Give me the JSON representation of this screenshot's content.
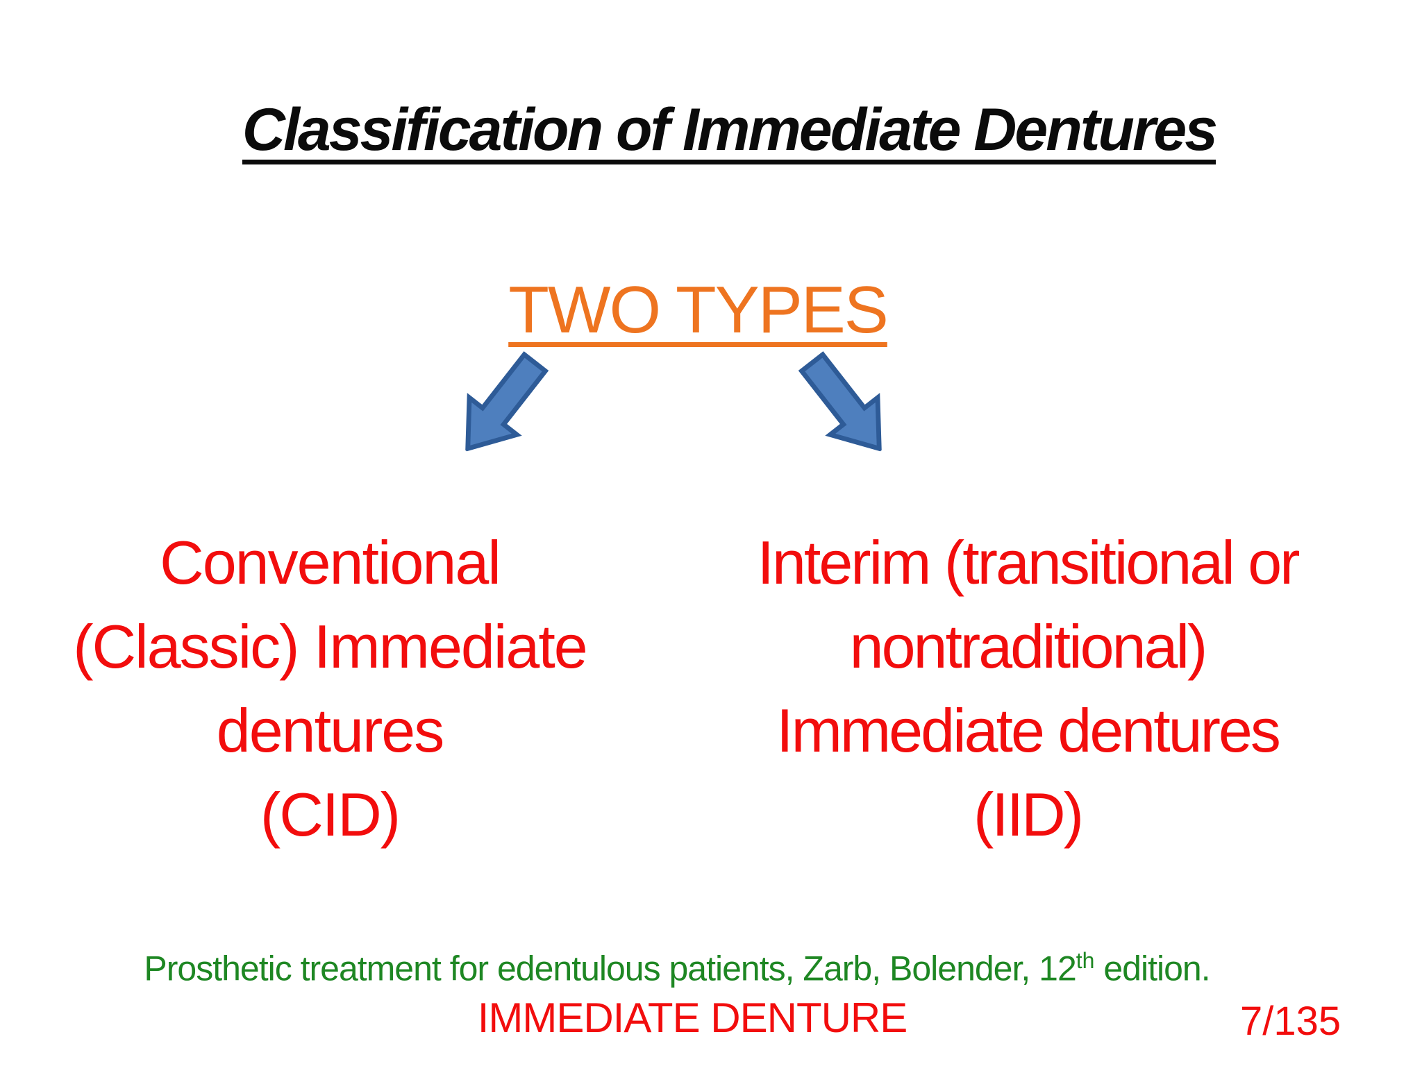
{
  "slide": {
    "title": "Classification of Immediate Dentures",
    "subtitle": "TWO TYPES",
    "left_branch": {
      "lines": [
        "Conventional",
        "(Classic) Immediate",
        "dentures",
        "(CID)"
      ]
    },
    "right_branch": {
      "lines": [
        "Interim (transitional or",
        "nontraditional)",
        "Immediate dentures",
        "(IID)"
      ]
    },
    "citation": {
      "prefix": "Prosthetic treatment for edentulous patients, Zarb, Bolender, 12",
      "superscript": "th",
      "suffix": " edition."
    },
    "footer_label": "IMMEDIATE DENTURE",
    "page_number": "7/135",
    "icons": {
      "left_arrow": "down-left-arrow",
      "right_arrow": "down-right-arrow"
    },
    "colors": {
      "title": "#0b0b0b",
      "subtitle_orange": "#EE7420",
      "body_red": "#F20D0D",
      "citation_green": "#1E8723",
      "arrow_fill": "#4E7FBE",
      "arrow_border": "#2E5B97"
    }
  }
}
